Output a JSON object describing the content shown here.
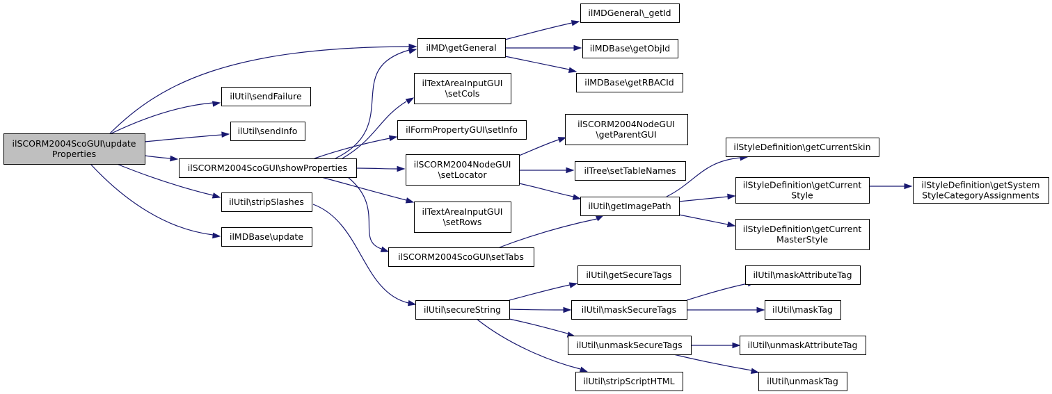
{
  "graph": {
    "edge_color": "#191970",
    "root_fill": "#bfbfbf",
    "node_fill": "#ffffff",
    "nodes": [
      {
        "id": "root",
        "lines": [
          "ilSCORM2004ScoGUI\\update",
          "Properties"
        ],
        "is_root": true
      },
      {
        "id": "getGeneral",
        "lines": [
          "ilMD\\getGeneral"
        ]
      },
      {
        "id": "sendFailure",
        "lines": [
          "ilUtil\\sendFailure"
        ]
      },
      {
        "id": "sendInfo",
        "lines": [
          "ilUtil\\sendInfo"
        ]
      },
      {
        "id": "showProperties",
        "lines": [
          "ilSCORM2004ScoGUI\\showProperties"
        ]
      },
      {
        "id": "stripSlashes",
        "lines": [
          "ilUtil\\stripSlashes"
        ]
      },
      {
        "id": "mdUpdate",
        "lines": [
          "ilMDBase\\update"
        ]
      },
      {
        "id": "mdGetId",
        "lines": [
          "ilMDGeneral\\_getId"
        ]
      },
      {
        "id": "getObjId",
        "lines": [
          "ilMDBase\\getObjId"
        ]
      },
      {
        "id": "getRBACId",
        "lines": [
          "ilMDBase\\getRBACId"
        ]
      },
      {
        "id": "setCols",
        "lines": [
          "ilTextAreaInputGUI",
          "\\setCols"
        ]
      },
      {
        "id": "setInfo",
        "lines": [
          "ilFormPropertyGUI\\setInfo"
        ]
      },
      {
        "id": "setLocator",
        "lines": [
          "ilSCORM2004NodeGUI",
          "\\setLocator"
        ]
      },
      {
        "id": "setRows",
        "lines": [
          "ilTextAreaInputGUI",
          "\\setRows"
        ]
      },
      {
        "id": "setTabs",
        "lines": [
          "ilSCORM2004ScoGUI\\setTabs"
        ]
      },
      {
        "id": "getParentGUI",
        "lines": [
          "ilSCORM2004NodeGUI",
          "\\getParentGUI"
        ]
      },
      {
        "id": "setTableNames",
        "lines": [
          "ilTree\\setTableNames"
        ]
      },
      {
        "id": "getImagePath",
        "lines": [
          "ilUtil\\getImagePath"
        ]
      },
      {
        "id": "getCurrentSkin",
        "lines": [
          "ilStyleDefinition\\getCurrentSkin"
        ]
      },
      {
        "id": "getCurrentStyle",
        "lines": [
          "ilStyleDefinition\\getCurrent",
          "Style"
        ]
      },
      {
        "id": "getCurrentMasterStyle",
        "lines": [
          "ilStyleDefinition\\getCurrent",
          "MasterStyle"
        ]
      },
      {
        "id": "getSystemStyleCat",
        "lines": [
          "ilStyleDefinition\\getSystem",
          "StyleCategoryAssignments"
        ]
      },
      {
        "id": "secureString",
        "lines": [
          "ilUtil\\secureString"
        ]
      },
      {
        "id": "getSecureTags",
        "lines": [
          "ilUtil\\getSecureTags"
        ]
      },
      {
        "id": "maskSecureTags",
        "lines": [
          "ilUtil\\maskSecureTags"
        ]
      },
      {
        "id": "unmaskSecureTags",
        "lines": [
          "ilUtil\\unmaskSecureTags"
        ]
      },
      {
        "id": "stripScriptHTML",
        "lines": [
          "ilUtil\\stripScriptHTML"
        ]
      },
      {
        "id": "maskAttributeTag",
        "lines": [
          "ilUtil\\maskAttributeTag"
        ]
      },
      {
        "id": "maskTag",
        "lines": [
          "ilUtil\\maskTag"
        ]
      },
      {
        "id": "unmaskAttributeTag",
        "lines": [
          "ilUtil\\unmaskAttributeTag"
        ]
      },
      {
        "id": "unmaskTag",
        "lines": [
          "ilUtil\\unmaskTag"
        ]
      }
    ],
    "edges": [
      {
        "from": "root",
        "to": "getGeneral"
      },
      {
        "from": "root",
        "to": "sendFailure"
      },
      {
        "from": "root",
        "to": "sendInfo"
      },
      {
        "from": "root",
        "to": "showProperties"
      },
      {
        "from": "root",
        "to": "stripSlashes"
      },
      {
        "from": "root",
        "to": "mdUpdate"
      },
      {
        "from": "getGeneral",
        "to": "mdGetId"
      },
      {
        "from": "getGeneral",
        "to": "getObjId"
      },
      {
        "from": "getGeneral",
        "to": "getRBACId"
      },
      {
        "from": "showProperties",
        "to": "getGeneral"
      },
      {
        "from": "showProperties",
        "to": "setCols"
      },
      {
        "from": "showProperties",
        "to": "setInfo"
      },
      {
        "from": "showProperties",
        "to": "setLocator"
      },
      {
        "from": "showProperties",
        "to": "setRows"
      },
      {
        "from": "showProperties",
        "to": "setTabs"
      },
      {
        "from": "stripSlashes",
        "to": "secureString"
      },
      {
        "from": "setLocator",
        "to": "getParentGUI"
      },
      {
        "from": "setLocator",
        "to": "setTableNames"
      },
      {
        "from": "setLocator",
        "to": "getImagePath"
      },
      {
        "from": "setTabs",
        "to": "getImagePath"
      },
      {
        "from": "getImagePath",
        "to": "getCurrentSkin"
      },
      {
        "from": "getImagePath",
        "to": "getCurrentStyle"
      },
      {
        "from": "getImagePath",
        "to": "getCurrentMasterStyle"
      },
      {
        "from": "getCurrentStyle",
        "to": "getSystemStyleCat"
      },
      {
        "from": "secureString",
        "to": "getSecureTags"
      },
      {
        "from": "secureString",
        "to": "maskSecureTags"
      },
      {
        "from": "secureString",
        "to": "unmaskSecureTags"
      },
      {
        "from": "secureString",
        "to": "stripScriptHTML"
      },
      {
        "from": "maskSecureTags",
        "to": "maskAttributeTag"
      },
      {
        "from": "maskSecureTags",
        "to": "maskTag"
      },
      {
        "from": "unmaskSecureTags",
        "to": "unmaskAttributeTag"
      },
      {
        "from": "unmaskSecureTags",
        "to": "unmaskTag"
      }
    ]
  }
}
